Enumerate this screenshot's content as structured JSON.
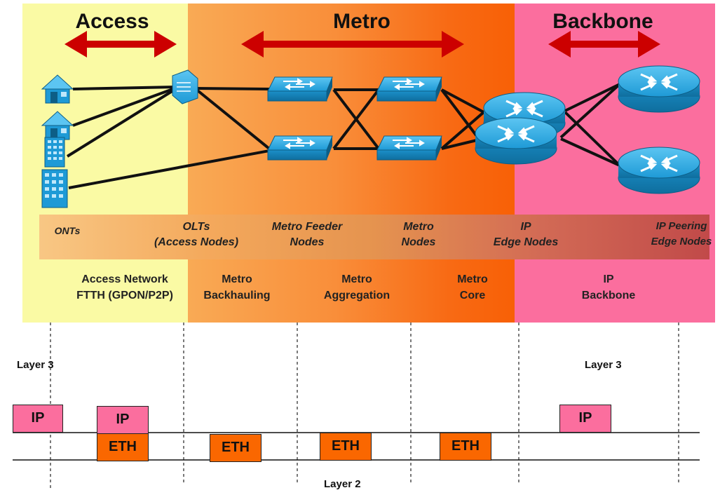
{
  "zones": {
    "access": {
      "title": "Access",
      "color": "#fafaa4"
    },
    "metro": {
      "title": "Metro",
      "color": "#f98e3a"
    },
    "backbone": {
      "title": "Backbone",
      "color": "#fb6e9e"
    }
  },
  "node_labels": {
    "onts": "ONTs",
    "olts": "OLTs",
    "olts_sub": "(Access Nodes)",
    "feeder": "Metro Feeder",
    "feeder_sub": "Nodes",
    "metro": "Metro",
    "metro_sub": "Nodes",
    "ip_edge": "IP",
    "ip_edge_sub": "Edge Nodes",
    "peering": "IP Peering",
    "peering_sub": "Edge Nodes"
  },
  "segments": {
    "access": {
      "line1": "Access Network",
      "line2": "FTTH (GPON/P2P)"
    },
    "backhauling": {
      "line1": "Metro",
      "line2": "Backhauling"
    },
    "aggregation": {
      "line1": "Metro",
      "line2": "Aggregation"
    },
    "core": {
      "line1": "Metro",
      "line2": "Core"
    },
    "backbone": {
      "line1": "IP",
      "line2": "Backbone"
    }
  },
  "layers": {
    "layer3_left": "Layer 3",
    "layer3_right": "Layer 3",
    "layer2": "Layer 2"
  },
  "protocols": {
    "ip1": "IP",
    "ip2": "IP",
    "ip3": "IP",
    "eth1": "ETH",
    "eth2": "ETH",
    "eth3": "ETH",
    "eth4": "ETH"
  },
  "icons": {
    "arrow_color": "#cc0000",
    "device_color": "#1e9ad6",
    "switch_names": [
      "switch-icon",
      "router-icon",
      "house-icon",
      "building-icon",
      "olt-icon"
    ]
  }
}
